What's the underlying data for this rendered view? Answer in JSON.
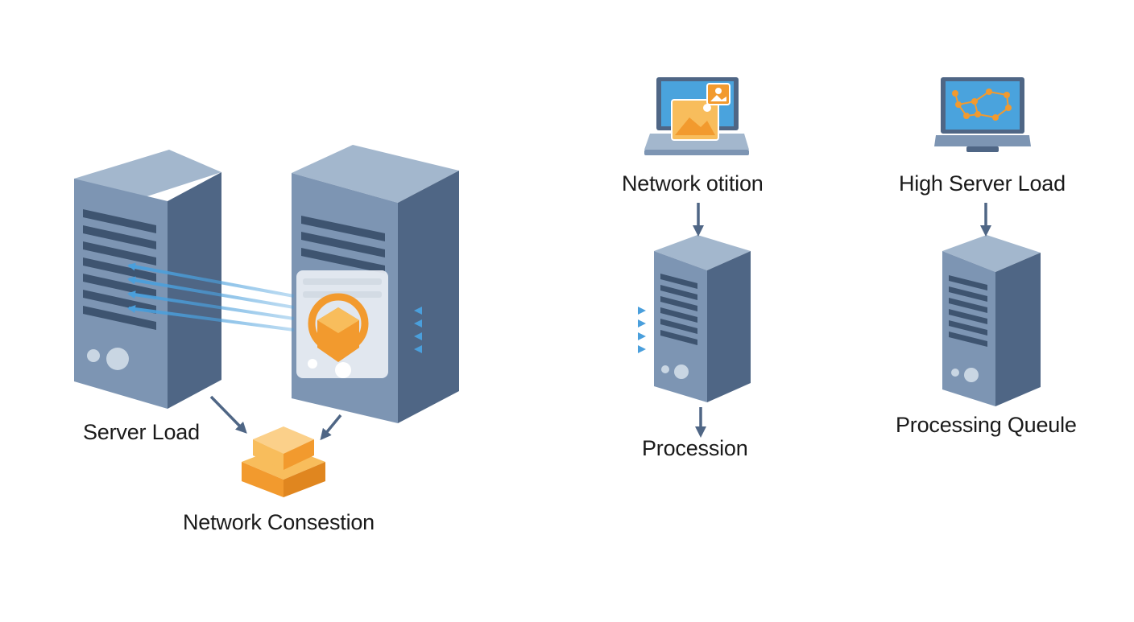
{
  "labels": {
    "server_load": "Server Load",
    "network_congestion": "Network Consestion",
    "network_partition": "Network otition",
    "procession": "Procession",
    "high_server_load": "High Server Load",
    "processing_queue": "Processing Queule"
  },
  "colors": {
    "server_front": "#7d95b3",
    "server_side": "#4f6685",
    "server_top": "#a3b7cd",
    "vent": "#3e5470",
    "arrow_blue": "#4a9fdc",
    "arrow_dark": "#4f6685",
    "accent_orange": "#f29a2e",
    "accent_orange_light": "#f8bd5c"
  },
  "icons": [
    "server-icon",
    "laptop-image-icon",
    "laptop-network-icon",
    "package-icon",
    "lock-icon"
  ]
}
